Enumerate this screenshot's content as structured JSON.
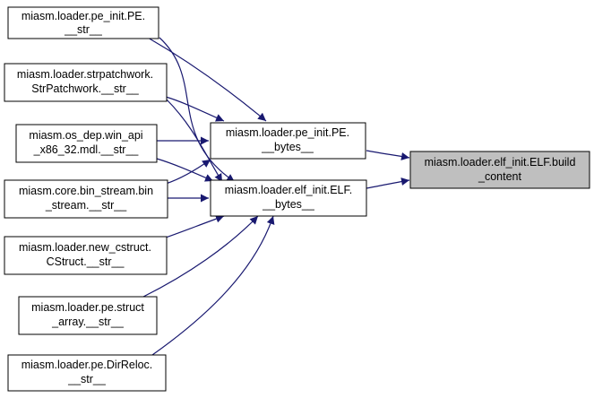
{
  "diagram": {
    "edge_color": "#191970",
    "target_fill": "#bfbfbf",
    "nodes": [
      {
        "id": "pe_str",
        "lines": [
          "miasm.loader.pe_init.PE.",
          "__str__"
        ]
      },
      {
        "id": "strpatch_str",
        "lines": [
          "miasm.loader.strpatchwork.",
          "StrPatchwork.__str__"
        ]
      },
      {
        "id": "win_api_str",
        "lines": [
          "miasm.os_dep.win_api",
          "_x86_32.mdl.__str__"
        ]
      },
      {
        "id": "bin_stream_str",
        "lines": [
          "miasm.core.bin_stream.bin",
          "_stream.__str__"
        ]
      },
      {
        "id": "cstruct_str",
        "lines": [
          "miasm.loader.new_cstruct.",
          "CStruct.__str__"
        ]
      },
      {
        "id": "struct_array_str",
        "lines": [
          "miasm.loader.pe.struct",
          "_array.__str__"
        ]
      },
      {
        "id": "dirreloc_str",
        "lines": [
          "miasm.loader.pe.DirReloc.",
          "__str__"
        ]
      },
      {
        "id": "pe_bytes",
        "lines": [
          "miasm.loader.pe_init.PE.",
          "__bytes__"
        ]
      },
      {
        "id": "elf_bytes",
        "lines": [
          "miasm.loader.elf_init.ELF.",
          "__bytes__"
        ]
      },
      {
        "id": "build_content",
        "lines": [
          "miasm.loader.elf_init.ELF.build",
          "_content"
        ]
      }
    ],
    "edges": [
      [
        "pe_str",
        "pe_bytes"
      ],
      [
        "strpatch_str",
        "pe_bytes"
      ],
      [
        "win_api_str",
        "pe_bytes"
      ],
      [
        "bin_stream_str",
        "pe_bytes"
      ],
      [
        "pe_str",
        "elf_bytes"
      ],
      [
        "strpatch_str",
        "elf_bytes"
      ],
      [
        "win_api_str",
        "elf_bytes"
      ],
      [
        "bin_stream_str",
        "elf_bytes"
      ],
      [
        "cstruct_str",
        "elf_bytes"
      ],
      [
        "struct_array_str",
        "elf_bytes"
      ],
      [
        "dirreloc_str",
        "elf_bytes"
      ],
      [
        "pe_bytes",
        "build_content"
      ],
      [
        "elf_bytes",
        "build_content"
      ]
    ]
  }
}
